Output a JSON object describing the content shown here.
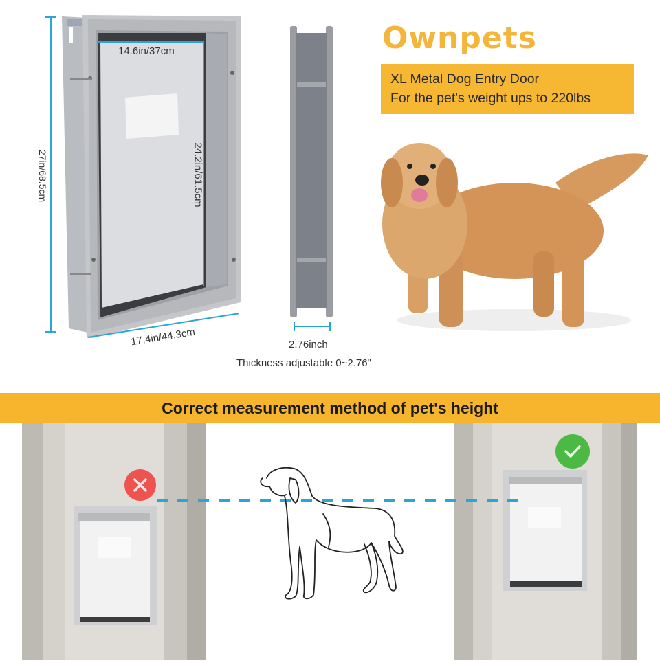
{
  "brand": {
    "logo_text": "Ownpets",
    "accent_color": "#f6b733"
  },
  "product_title": {
    "line1": "XL Metal Dog Entry Door",
    "line2": "For the pet's weight ups to 220lbs"
  },
  "dimensions": {
    "inner_width": "14.6in/37cm",
    "inner_height": "24.2in/61.5cm",
    "outer_height": "27in/68.5cm",
    "outer_width": "17.4in/44.3cm",
    "thickness": "2.76inch",
    "thickness_note": "Thickness adjustable 0~2.76\""
  },
  "banner": {
    "text": "Correct measurement method of pet's height"
  },
  "comparison": {
    "wrong": {
      "icon": "x-icon",
      "color": "#ef5350"
    },
    "correct": {
      "icon": "check-icon",
      "color": "#4cb944"
    },
    "measure_line_color": "#2aa6d6"
  },
  "images": {
    "door_front": "metal-dog-door-front",
    "door_side": "metal-dog-door-side",
    "dog_photo": "golden-retriever",
    "dog_outline": "dog-line-drawing"
  }
}
